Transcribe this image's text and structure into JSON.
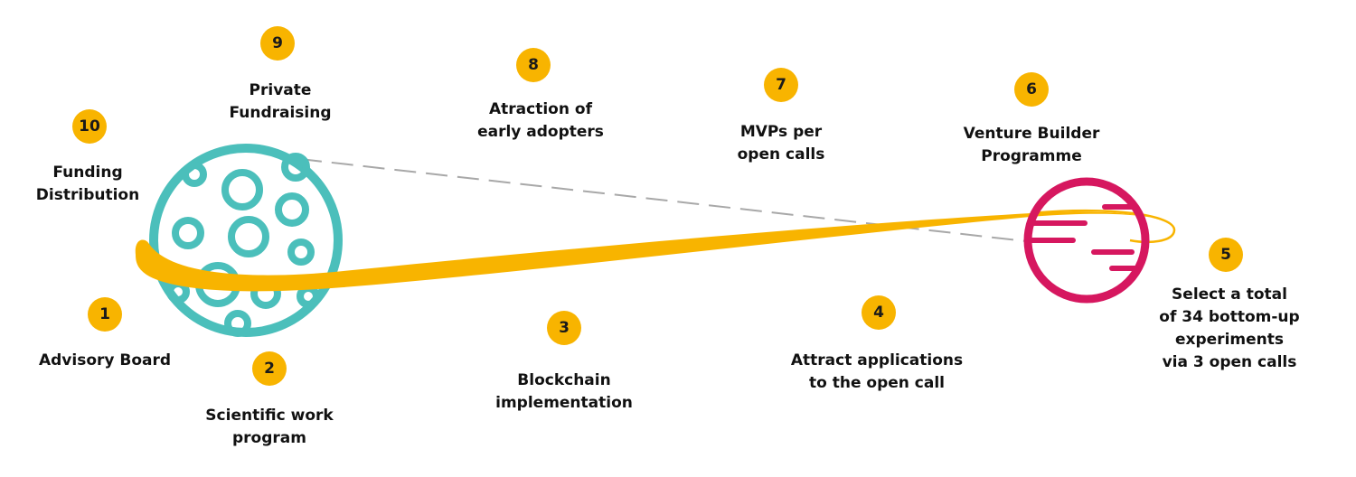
{
  "steps": [
    {
      "number": "1",
      "lines": [
        "Advisory Board"
      ]
    },
    {
      "number": "2",
      "lines": [
        "Scientific work",
        "program"
      ]
    },
    {
      "number": "3",
      "lines": [
        "Blockchain",
        "implementation"
      ]
    },
    {
      "number": "4",
      "lines": [
        "Attract applications",
        "to the open call"
      ]
    },
    {
      "number": "5",
      "lines": [
        "Select a total",
        "of 34 bottom-up",
        "experiments",
        "via 3 open calls"
      ]
    },
    {
      "number": "6",
      "lines": [
        "Venture Builder",
        "Programme"
      ]
    },
    {
      "number": "7",
      "lines": [
        "MVPs per",
        "open calls"
      ]
    },
    {
      "number": "8",
      "lines": [
        "Atraction of",
        "early adopters"
      ]
    },
    {
      "number": "9",
      "lines": [
        "Private",
        "Fundraising"
      ]
    },
    {
      "number": "10",
      "lines": [
        "Funding",
        "Distribution"
      ]
    }
  ],
  "colors": {
    "badge": "#f8b400",
    "orbit": "#f8b400",
    "left_planet": "#4bbfbb",
    "right_planet": "#d6175f",
    "dashed_line": "#a8a8a8",
    "text": "#111111"
  }
}
